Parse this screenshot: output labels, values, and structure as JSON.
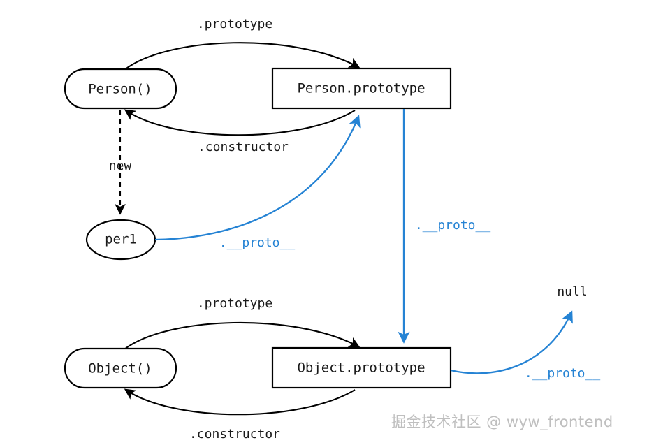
{
  "diagram": {
    "title": "JavaScript prototype chain diagram",
    "background_color": "#ffffff",
    "accent_color": "#2583d4",
    "line_color": "#000000",
    "nodes": {
      "person_fn": {
        "label": "Person()",
        "shape": "stadium"
      },
      "person_prototype": {
        "label": "Person.prototype",
        "shape": "rect"
      },
      "per1": {
        "label": "per1",
        "shape": "ellipse"
      },
      "object_fn": {
        "label": "Object()",
        "shape": "stadium"
      },
      "object_prototype": {
        "label": "Object.prototype",
        "shape": "rect"
      },
      "null_value": {
        "label": "null",
        "shape": "text"
      }
    },
    "edges": {
      "person_prototype_label": ".prototype",
      "person_constructor_label": ".constructor",
      "new_label": "new",
      "per1_proto_label": ".__proto__",
      "person_proto_to_object_label": ".__proto__",
      "object_prototype_label": ".prototype",
      "object_constructor_label": ".constructor",
      "object_proto_null_label": ".__proto__"
    },
    "watermark": "掘金技术社区 @ wyw_frontend"
  }
}
